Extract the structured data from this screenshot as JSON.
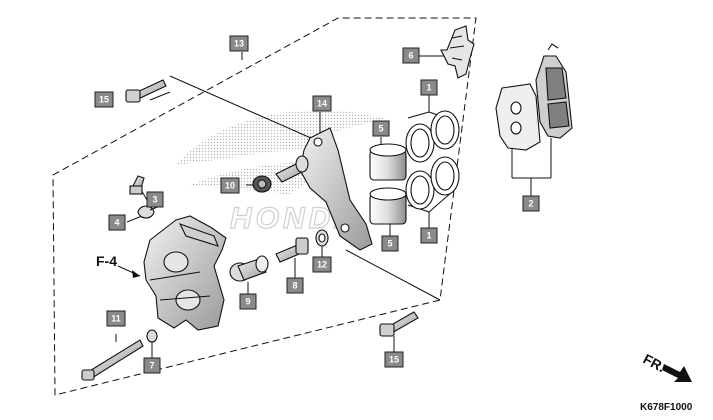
{
  "callouts": [
    {
      "id": "c1a",
      "label": "1"
    },
    {
      "id": "c1b",
      "label": "1"
    },
    {
      "id": "c2",
      "label": "2"
    },
    {
      "id": "c3",
      "label": "3"
    },
    {
      "id": "c4",
      "label": "4"
    },
    {
      "id": "c5a",
      "label": "5"
    },
    {
      "id": "c5b",
      "label": "5"
    },
    {
      "id": "c6",
      "label": "6"
    },
    {
      "id": "c7",
      "label": "7"
    },
    {
      "id": "c8",
      "label": "8"
    },
    {
      "id": "c9",
      "label": "9"
    },
    {
      "id": "c10",
      "label": "10"
    },
    {
      "id": "c11",
      "label": "11"
    },
    {
      "id": "c12",
      "label": "12"
    },
    {
      "id": "c13",
      "label": "13"
    },
    {
      "id": "c14",
      "label": "14"
    },
    {
      "id": "c15a",
      "label": "15"
    },
    {
      "id": "c15b",
      "label": "15"
    }
  ],
  "reference_label": "F-4",
  "front_label": "FR.",
  "diagram_code": "K678F1000",
  "watermark_text": "HONDA"
}
